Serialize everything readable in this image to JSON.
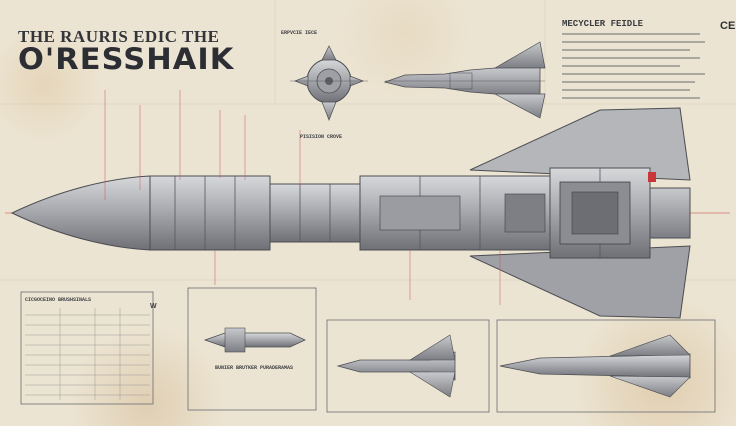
{
  "title": {
    "line1": "THE RAURIS EDIC THE",
    "line2": "O'RESSHAIK"
  },
  "mark": "CE",
  "spec_panel": {
    "title": "MECYCLER FEIDLE"
  },
  "section_label": "ERPVCIE IECE",
  "detail_label": "PISISION CROVE",
  "table": {
    "title": "CICGOCEINO BRUSHSINALS"
  },
  "bottom_caption": "BUNIER BRUTKER PURADERAMAS",
  "scale_ref": "W"
}
